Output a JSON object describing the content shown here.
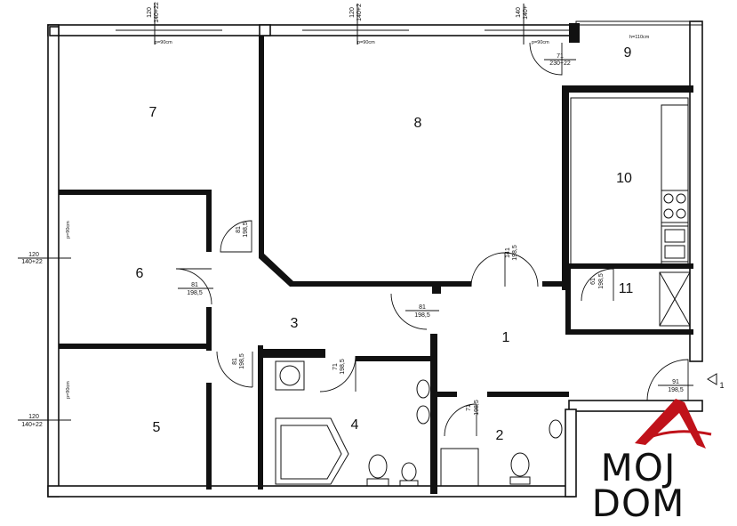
{
  "rooms": {
    "r1": "1",
    "r2": "2",
    "r3": "3",
    "r4": "4",
    "r5": "5",
    "r6": "6",
    "r7": "7",
    "r8": "8",
    "r9": "9",
    "r10": "10",
    "r11": "11"
  },
  "windows": {
    "w_top_left": {
      "width": "120",
      "height": "140+22",
      "sill": "p=90cm"
    },
    "w_top_mid": {
      "width": "120",
      "height": "140+2",
      "sill": "p=90cm"
    },
    "w_top_right": {
      "width": "140",
      "height": "140+",
      "sill": "p=90cm"
    },
    "w_left_upper": {
      "width": "120",
      "height": "140+22",
      "sill": "p=90cm"
    },
    "w_left_lower": {
      "width": "120",
      "height": "140+22",
      "sill": "p=90cm"
    }
  },
  "doors": {
    "d9": {
      "width": "71",
      "height": "230+22"
    },
    "d7": {
      "width": "81",
      "height": "198,5"
    },
    "d6": {
      "width": "81",
      "height": "198,5"
    },
    "d8": {
      "width": "81",
      "height": "198,5"
    },
    "d5": {
      "width": "81",
      "height": "198,5"
    },
    "d4": {
      "width": "71",
      "height": "198,5"
    },
    "d2": {
      "width": "71",
      "height": "198,5"
    },
    "d11": {
      "width": "61",
      "height": "198,5"
    },
    "dentry": {
      "width": "91",
      "height": "198,5"
    },
    "dliving": {
      "width": "141",
      "height": "198,5"
    }
  },
  "balcony_note": "h=110cm",
  "entry_marker": "1",
  "logo": {
    "line1": "MOJ",
    "line2": "DOM",
    "accent": "#c0121a"
  }
}
